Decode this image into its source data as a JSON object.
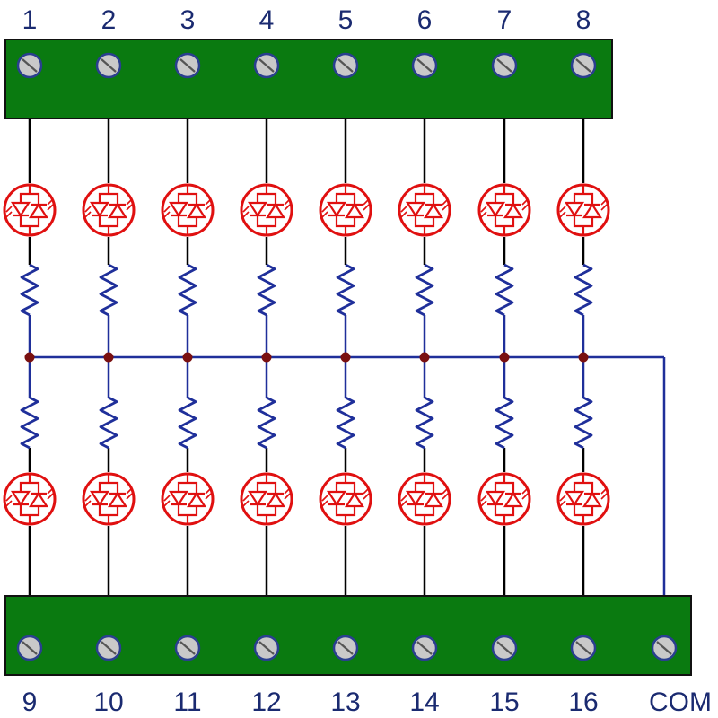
{
  "colors": {
    "board": "#0a7a10",
    "board_edge": "#111111",
    "screw_fill": "#c9c9c9",
    "screw_ring": "#2a3f8f",
    "wire": "#000000",
    "resistor": "#1f2f9a",
    "bus": "#1f2f9a",
    "junction": "#7a1010",
    "led_stroke": "#e01010",
    "led_fill": "#ffffff",
    "label": "#1a2a70"
  },
  "icons": {
    "screw": "screw-terminal-icon",
    "led": "bicolor-led-icon",
    "resistor": "resistor-icon"
  },
  "top_terminal_block": {
    "labels": [
      "1",
      "2",
      "3",
      "4",
      "5",
      "6",
      "7",
      "8"
    ]
  },
  "bottom_terminal_block": {
    "labels": [
      "9",
      "10",
      "11",
      "12",
      "13",
      "14",
      "15",
      "16",
      "COM"
    ]
  }
}
